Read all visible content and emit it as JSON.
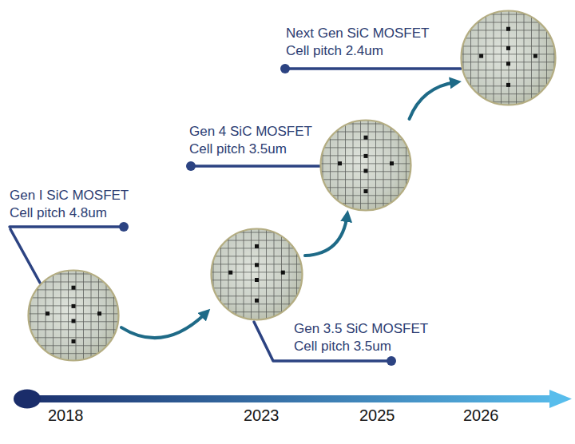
{
  "diagram": {
    "nodes": [
      {
        "text": [
          "Gen I SiC MOSFET",
          "Cell pitch 4.8um"
        ]
      },
      {
        "text": [
          "Gen 3.5 SiC MOSFET",
          "Cell pitch 3.5um"
        ]
      },
      {
        "text": [
          "Gen 4 SiC MOSFET",
          "Cell pitch 3.5um"
        ]
      },
      {
        "text": [
          "Next Gen SiC MOSFET",
          "Cell pitch 2.4um"
        ]
      }
    ],
    "edges": [
      {
        "from": 0,
        "to": 1,
        "arrow": "to"
      },
      {
        "from": 1,
        "to": 2,
        "arrow": "to"
      },
      {
        "from": 2,
        "to": 3,
        "arrow": "to"
      }
    ],
    "labels": [
      "2018",
      "2023",
      "2025",
      "2026"
    ]
  }
}
